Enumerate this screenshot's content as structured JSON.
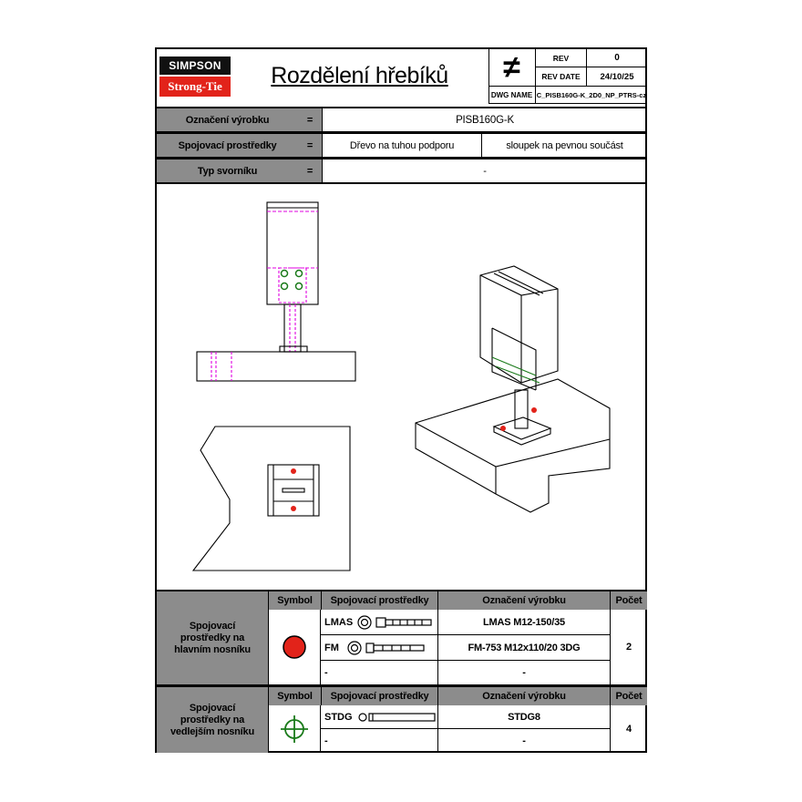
{
  "header": {
    "logo_top": "SIMPSON",
    "logo_bottom": "Strong-Tie",
    "title": "Rozdělení hřebíků",
    "rev_label": "REV",
    "rev_value": "0",
    "rev_date_label": "REV DATE",
    "rev_date_value": "24/10/25",
    "dwg_name_label": "DWG NAME",
    "dwg_name_value": "C_PISB160G-K_2D0_NP_PTRS-cz",
    "symbol": "≠"
  },
  "info": {
    "product_label": "Označení výrobku",
    "product_value": "PISB160G-K",
    "fastener_label": "Spojovací prostředky",
    "fastener_value_1": "Dřevo na tuhou podporu",
    "fastener_value_2": "sloupek na pevnou součást",
    "clamp_label": "Typ svorníku",
    "clamp_value": "-",
    "equals": "="
  },
  "table_main": {
    "group_label": "Spojovací prostředky na hlavním nosníku",
    "col_symbol": "Symbol",
    "col_fastener": "Spojovací prostředky",
    "col_product": "Označení výrobku",
    "col_count": "Počet",
    "rows": [
      {
        "fastener": "LMAS",
        "product": "LMAS M12-150/35"
      },
      {
        "fastener": "FM",
        "product": "FM-753 M12x110/20 3DG"
      },
      {
        "fastener": "-",
        "product": "-"
      }
    ],
    "count": "2",
    "symbol_color": "#e2231a"
  },
  "table_secondary": {
    "group_label": "Spojovací prostředky na vedlejším nosníku",
    "col_symbol": "Symbol",
    "col_fastener": "Spojovací prostředky",
    "col_product": "Označení výrobku",
    "col_count": "Počet",
    "rows": [
      {
        "fastener": "STDG",
        "product": "STDG8"
      },
      {
        "fastener": "-",
        "product": "-"
      }
    ],
    "count": "4",
    "symbol_color": "#1a7a1a"
  },
  "colors": {
    "accent_magenta": "#e000e0",
    "marker_red": "#e2231a",
    "marker_green": "#1a7a1a",
    "header_grey": "#8c8c8c"
  }
}
